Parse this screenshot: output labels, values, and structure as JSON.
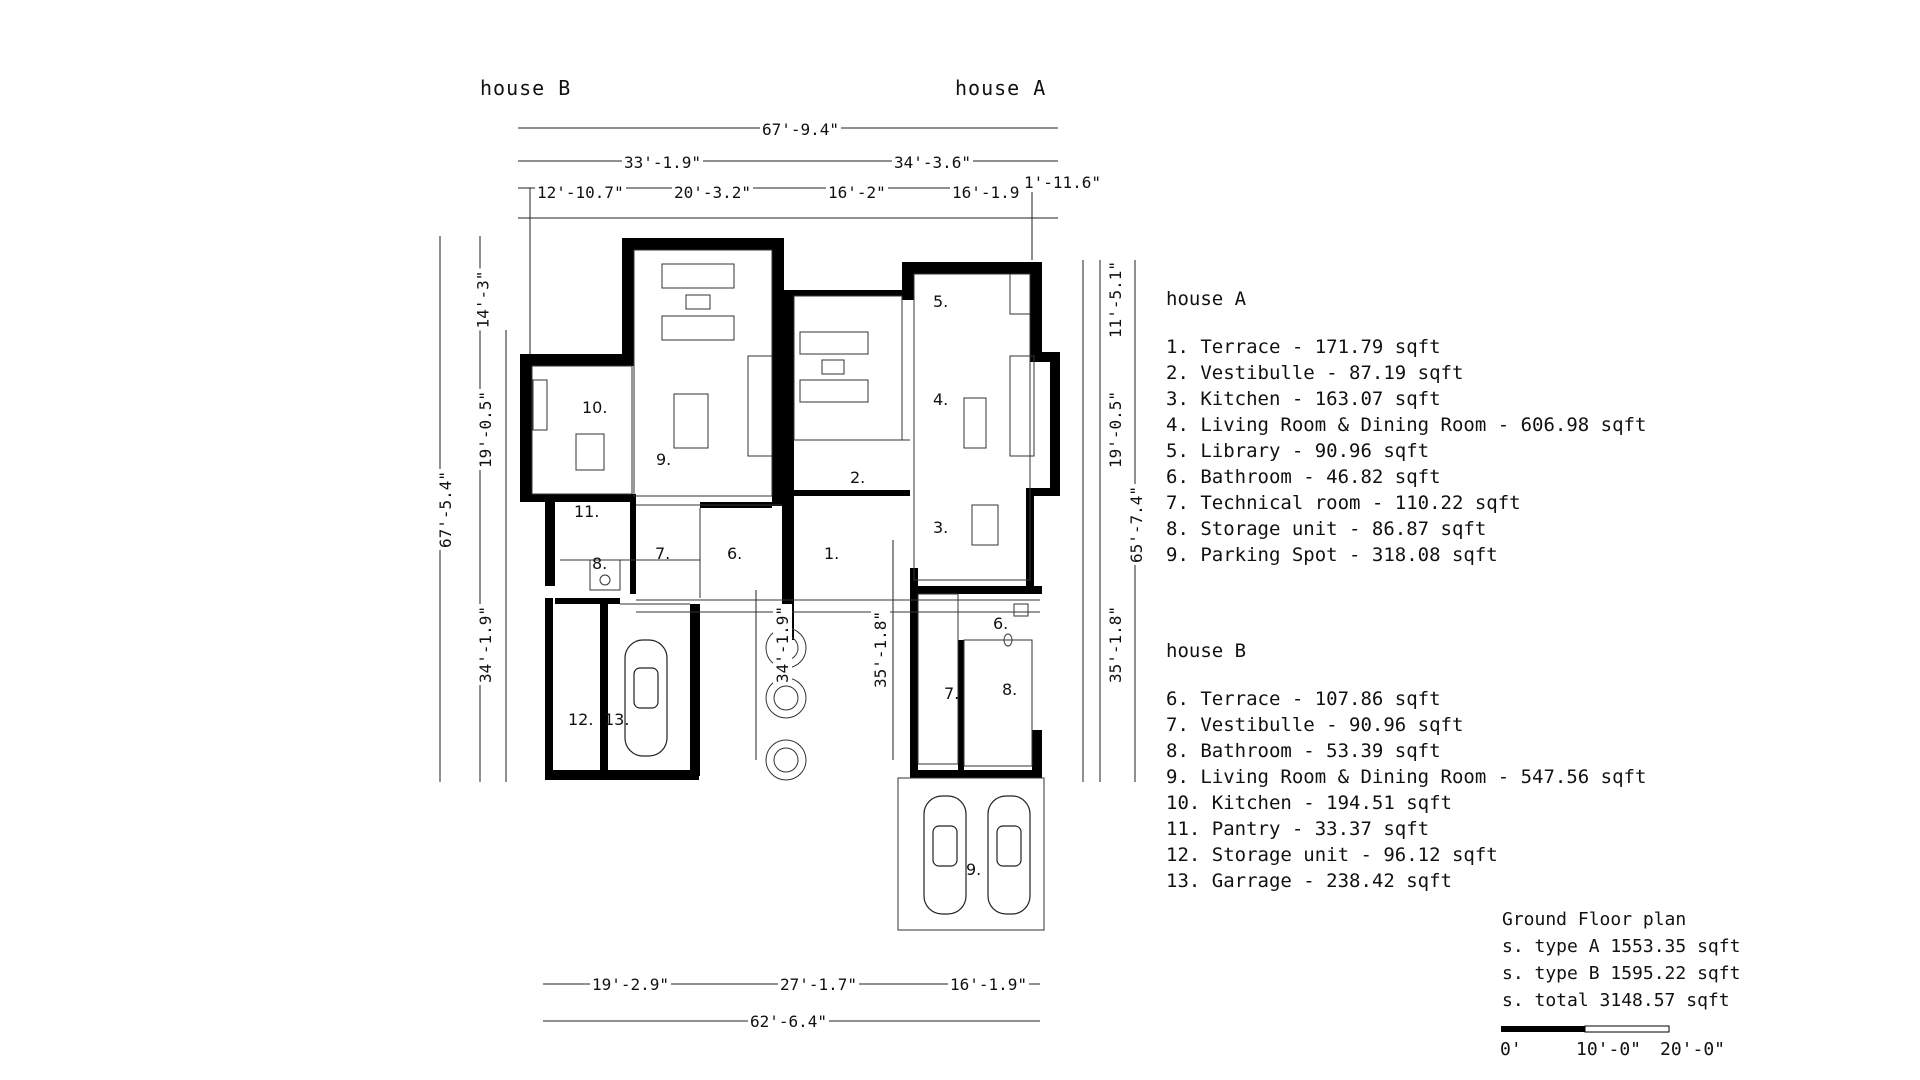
{
  "plan": {
    "house_b_label": "house  B",
    "house_a_label": "house   A",
    "dims_top": {
      "overall": "67'-9.4\"",
      "b_width": "33'-1.9\"",
      "a_width": "34'-3.6\"",
      "seg1": "12'-10.7\"",
      "seg2": "20'-3.2\"",
      "seg3": "16'-2\"",
      "seg4": "16'-1.9\"",
      "seg5": "1'-11.6\""
    },
    "dims_bottom": {
      "seg1": "19'-2.9\"",
      "seg2": "27'-1.7\"",
      "seg3": "16'-1.9\"",
      "overall": "62'-6.4\""
    },
    "dims_left": {
      "overall": "67'-5.4\"",
      "top": "14'-3\"",
      "mid": "19'-0.5\"",
      "bottom": "34'-1.9\"",
      "inner": "34'-1.9\""
    },
    "dims_right": {
      "overall": "65'-7.4\"",
      "top": "11'-5.1\"",
      "mid": "19'-0.5\"",
      "bottom": "35'-1.8\"",
      "inner": "35'-1.8\""
    },
    "room_numbers_a": [
      "1.",
      "2.",
      "3.",
      "4.",
      "5.",
      "6.",
      "7.",
      "8.",
      "9."
    ],
    "room_numbers_b": [
      "6.",
      "7.",
      "8.",
      "9.",
      "10.",
      "11.",
      "12.",
      "13."
    ]
  },
  "legend_a": {
    "title": "house A",
    "items": [
      "1. Terrace - 171.79 sqft",
      "2. Vestibulle - 87.19 sqft",
      "3. Kitchen - 163.07 sqft",
      "4. Living Room & Dining Room - 606.98 sqft",
      "5. Library - 90.96 sqft",
      "6. Bathroom - 46.82 sqft",
      "7. Technical room - 110.22 sqft",
      "8. Storage unit - 86.87 sqft",
      "9. Parking Spot - 318.08 sqft"
    ]
  },
  "legend_b": {
    "title": "house B",
    "items": [
      "6. Terrace - 107.86 sqft",
      "7. Vestibulle - 90.96 sqft",
      "8. Bathroom - 53.39 sqft",
      "9. Living Room & Dining Room - 547.56 sqft",
      "10. Kitchen - 194.51 sqft",
      "11. Pantry - 33.37 sqft",
      "12. Storage unit - 96.12 sqft",
      "13. Garrage - 238.42 sqft"
    ]
  },
  "summary": {
    "title": "Ground Floor plan",
    "type_a": "s. type A 1553.35 sqft",
    "type_b": "s. type B 1595.22 sqft",
    "total": "s. total 3148.57 sqft"
  },
  "scale": {
    "label_0": "0'",
    "label_10": "10'-0\"",
    "label_20": "20'-0\""
  }
}
